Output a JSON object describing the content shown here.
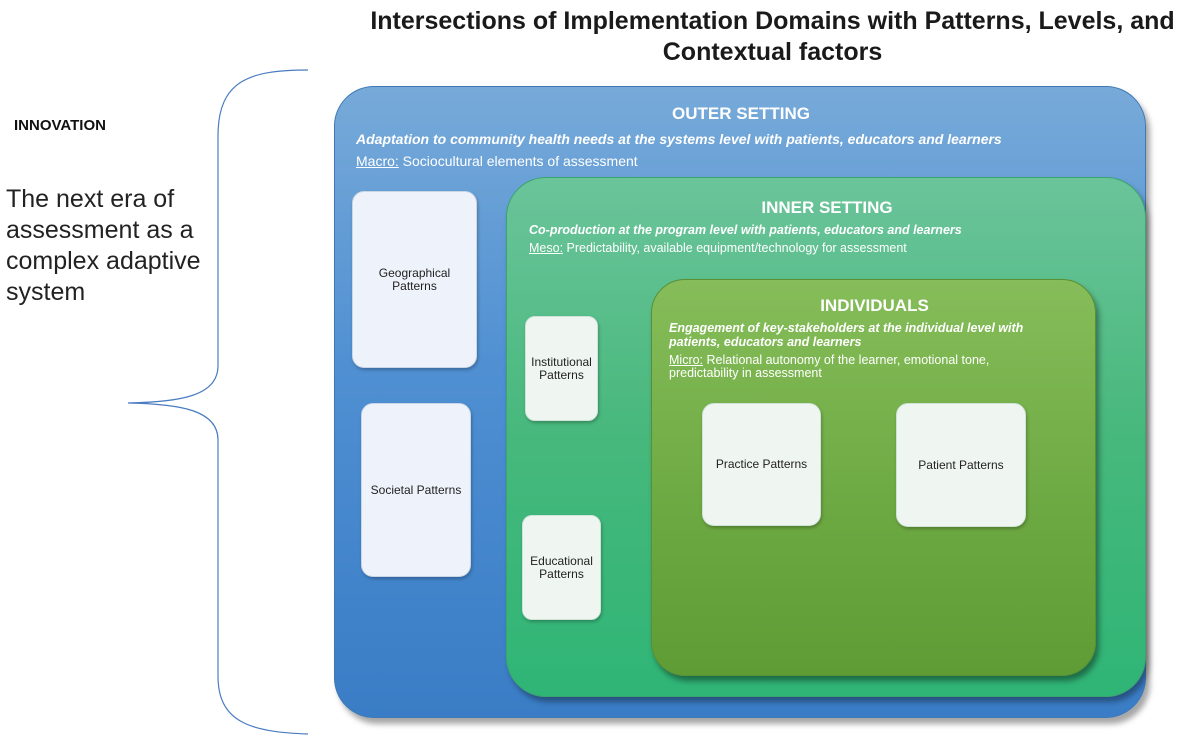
{
  "title": "Intersections of Implementation Domains with Patterns, Levels, and Contextual factors",
  "left": {
    "innovation": "INNOVATION",
    "era": "The next era of assessment as a complex adaptive system"
  },
  "outer": {
    "title": "OUTER SETTING",
    "subtitle": "Adaptation to community health needs at the systems level with patients, educators and learners",
    "level_label": "Macro:",
    "level_text": " Sociocultural elements of assessment"
  },
  "inner": {
    "title": "INNER SETTING",
    "subtitle": "Co-production at the program level with patients, educators and learners",
    "level_label": "Meso:",
    "level_text": " Predictability, available equipment/technology for assessment"
  },
  "individuals": {
    "title": "INDIVIDUALS",
    "subtitle": "Engagement of key-stakeholders at the individual level with patients, educators and learners",
    "level_label": "Micro:",
    "level_text": " Relational autonomy of the learner, emotional tone, predictability  in assessment"
  },
  "patterns": {
    "geographical": "Geographical Patterns",
    "societal": "Societal Patterns",
    "institutional": "Institutional Patterns",
    "educational": "Educational Patterns",
    "practice": "Practice Patterns",
    "patient": "Patient Patterns"
  },
  "colors": {
    "outer": "#4f8fd2",
    "inner": "#47b87c",
    "individuals": "#6eaa43"
  }
}
